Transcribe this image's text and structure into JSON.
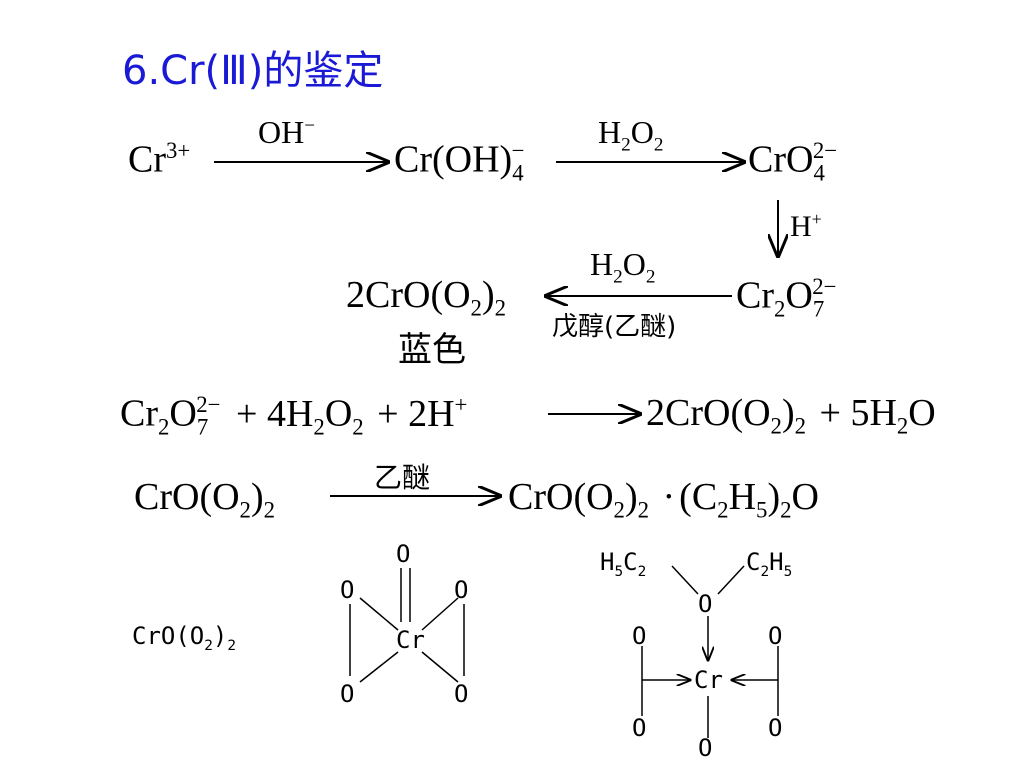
{
  "title": "6.Cr(Ⅲ)的鉴定",
  "scheme": {
    "cr3": "Cr",
    "cr3_charge": "3+",
    "arrow1_label": "OH",
    "arrow1_label_sup": "−",
    "croh4": "Cr(OH)",
    "croh4_sub": "4",
    "croh4_sup": "−",
    "arrow2_label_h": "H",
    "arrow2_label_o": "O",
    "sub2": "2",
    "cro4": "CrO",
    "cro4_sub": "4",
    "cro4_sup": "2−",
    "down_label": "H",
    "down_label_sup": "+",
    "cr2o7": "Cr",
    "cr2o7_mid": "O",
    "cr2o7_sub": "7",
    "cr2o7_sup": "2−",
    "arrow3_top_h": "H",
    "arrow3_top_o": "O",
    "arrow3_bottom": "戊醇(乙醚)",
    "product": "2CrO(O",
    "product_close": ")",
    "product_color_label": "蓝色"
  },
  "eq1": {
    "lhs_cr": "Cr",
    "lhs_o": "O",
    "plus1": "+ 4H",
    "plus1_o": "O",
    "plus2": "+ 2H",
    "plus2_sup": "+",
    "rhs": "2CrO(O",
    "rhs_close": ")",
    "rhs_plus": "+ 5H",
    "rhs_o": "O"
  },
  "eq2": {
    "lhs": "CrO(O",
    "lhs_close": ")",
    "arrow_label": "乙醚",
    "rhs": "CrO(O",
    "rhs_close": ")",
    "dot": "·",
    "rhs2": "(C",
    "rhs2_h": "H",
    "rhs2_sub5": "5",
    "rhs2_close": ")",
    "rhs2_o": "O"
  },
  "struct": {
    "formula": "CrO(O",
    "formula_close": ")",
    "formula_sub": "2",
    "o": "O",
    "cr": "Cr",
    "et_left": "H5C2",
    "et_right": "C2H5"
  }
}
